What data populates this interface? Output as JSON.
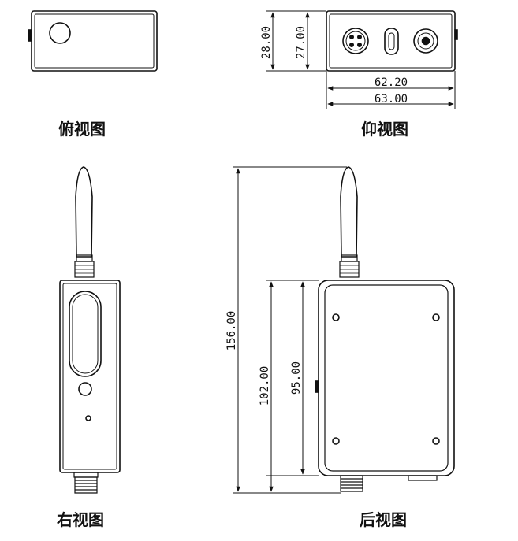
{
  "views": {
    "top": "俯视图",
    "bottom": "仰视图",
    "right": "右视图",
    "back": "后视图"
  },
  "dimensions": {
    "height_28": "28.00",
    "height_27": "27.00",
    "width_62": "62.20",
    "width_63": "63.00",
    "total_156": "156.00",
    "body_102": "102.00",
    "inner_95": "95.00"
  }
}
